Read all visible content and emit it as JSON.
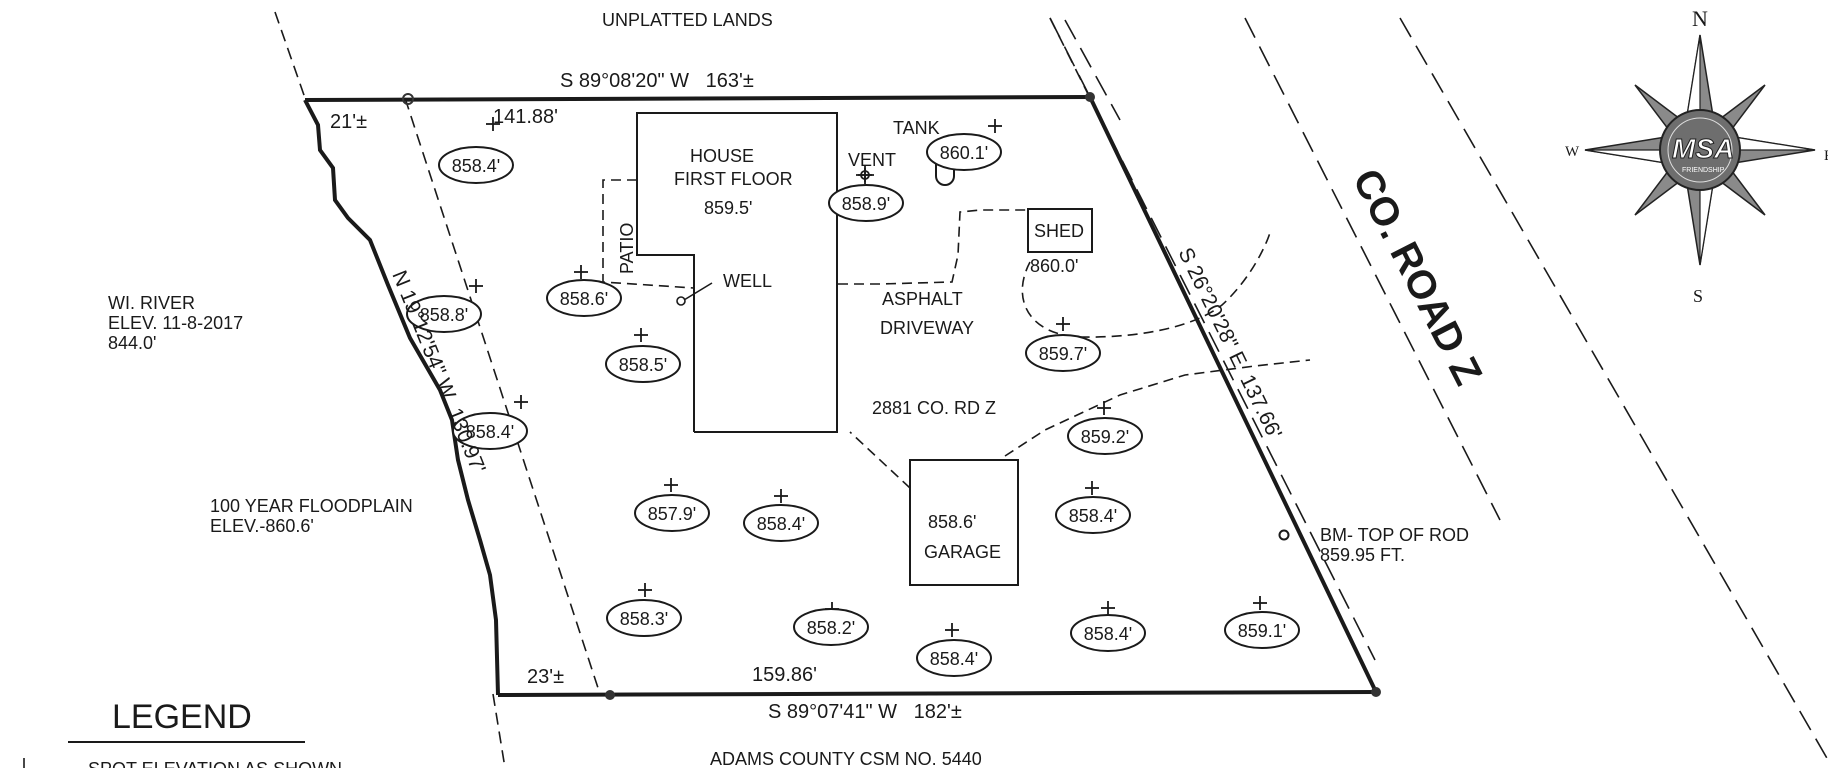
{
  "labels": {
    "north_adjoiner": "UNPLATTED LANDS",
    "south_adjoiner": "ADAMS COUNTY CSM NO. 5440",
    "north_bearing": "S 89°08'20\" W   163'±",
    "south_bearing": "S 89°07'41\" W   182'±",
    "east_bearing": "S 26°20'28\" E  137.66'",
    "west_bearing": "N 19°12'54\" W  130.97'",
    "north_dist_inner": "141.88'",
    "south_dist_inner": "159.86'",
    "nw_offset": "21'±",
    "sw_offset": "23'±",
    "house": [
      "HOUSE",
      "FIRST FLOOR",
      "859.5'"
    ],
    "patio": "PATIO",
    "well": "WELL",
    "vent": "VENT",
    "tank": "TANK",
    "shed": "SHED",
    "shed_elev": "860.0'",
    "driveway": [
      "ASPHALT",
      "DRIVEWAY"
    ],
    "address": "2881 CO. RD Z",
    "garage": [
      "858.6'",
      "GARAGE"
    ],
    "river": [
      "WI. RIVER",
      "ELEV. 11-8-2017",
      "844.0'"
    ],
    "floodplain": [
      "100 YEAR FLOODPLAIN",
      "ELEV.-860.6'"
    ],
    "benchmark": [
      "BM- TOP OF ROD",
      "859.95 FT."
    ],
    "road": "CO. ROAD Z",
    "legend_title": "LEGEND",
    "legend_item": "SPOT ELEVATION AS SHOWN"
  },
  "elevations": [
    "858.4'",
    "860.1'",
    "858.9'",
    "858.8'",
    "858.6'",
    "858.5'",
    "859.7'",
    "858.4'",
    "859.2'",
    "857.9'",
    "858.4'",
    "858.4'",
    "858.3'",
    "858.2'",
    "858.4'",
    "858.4'",
    "859.1'"
  ],
  "compass": {
    "n": "N",
    "s": "S",
    "e": "E",
    "w": "W",
    "brand": "MSA",
    "sub": "FRIENDSHIP"
  }
}
